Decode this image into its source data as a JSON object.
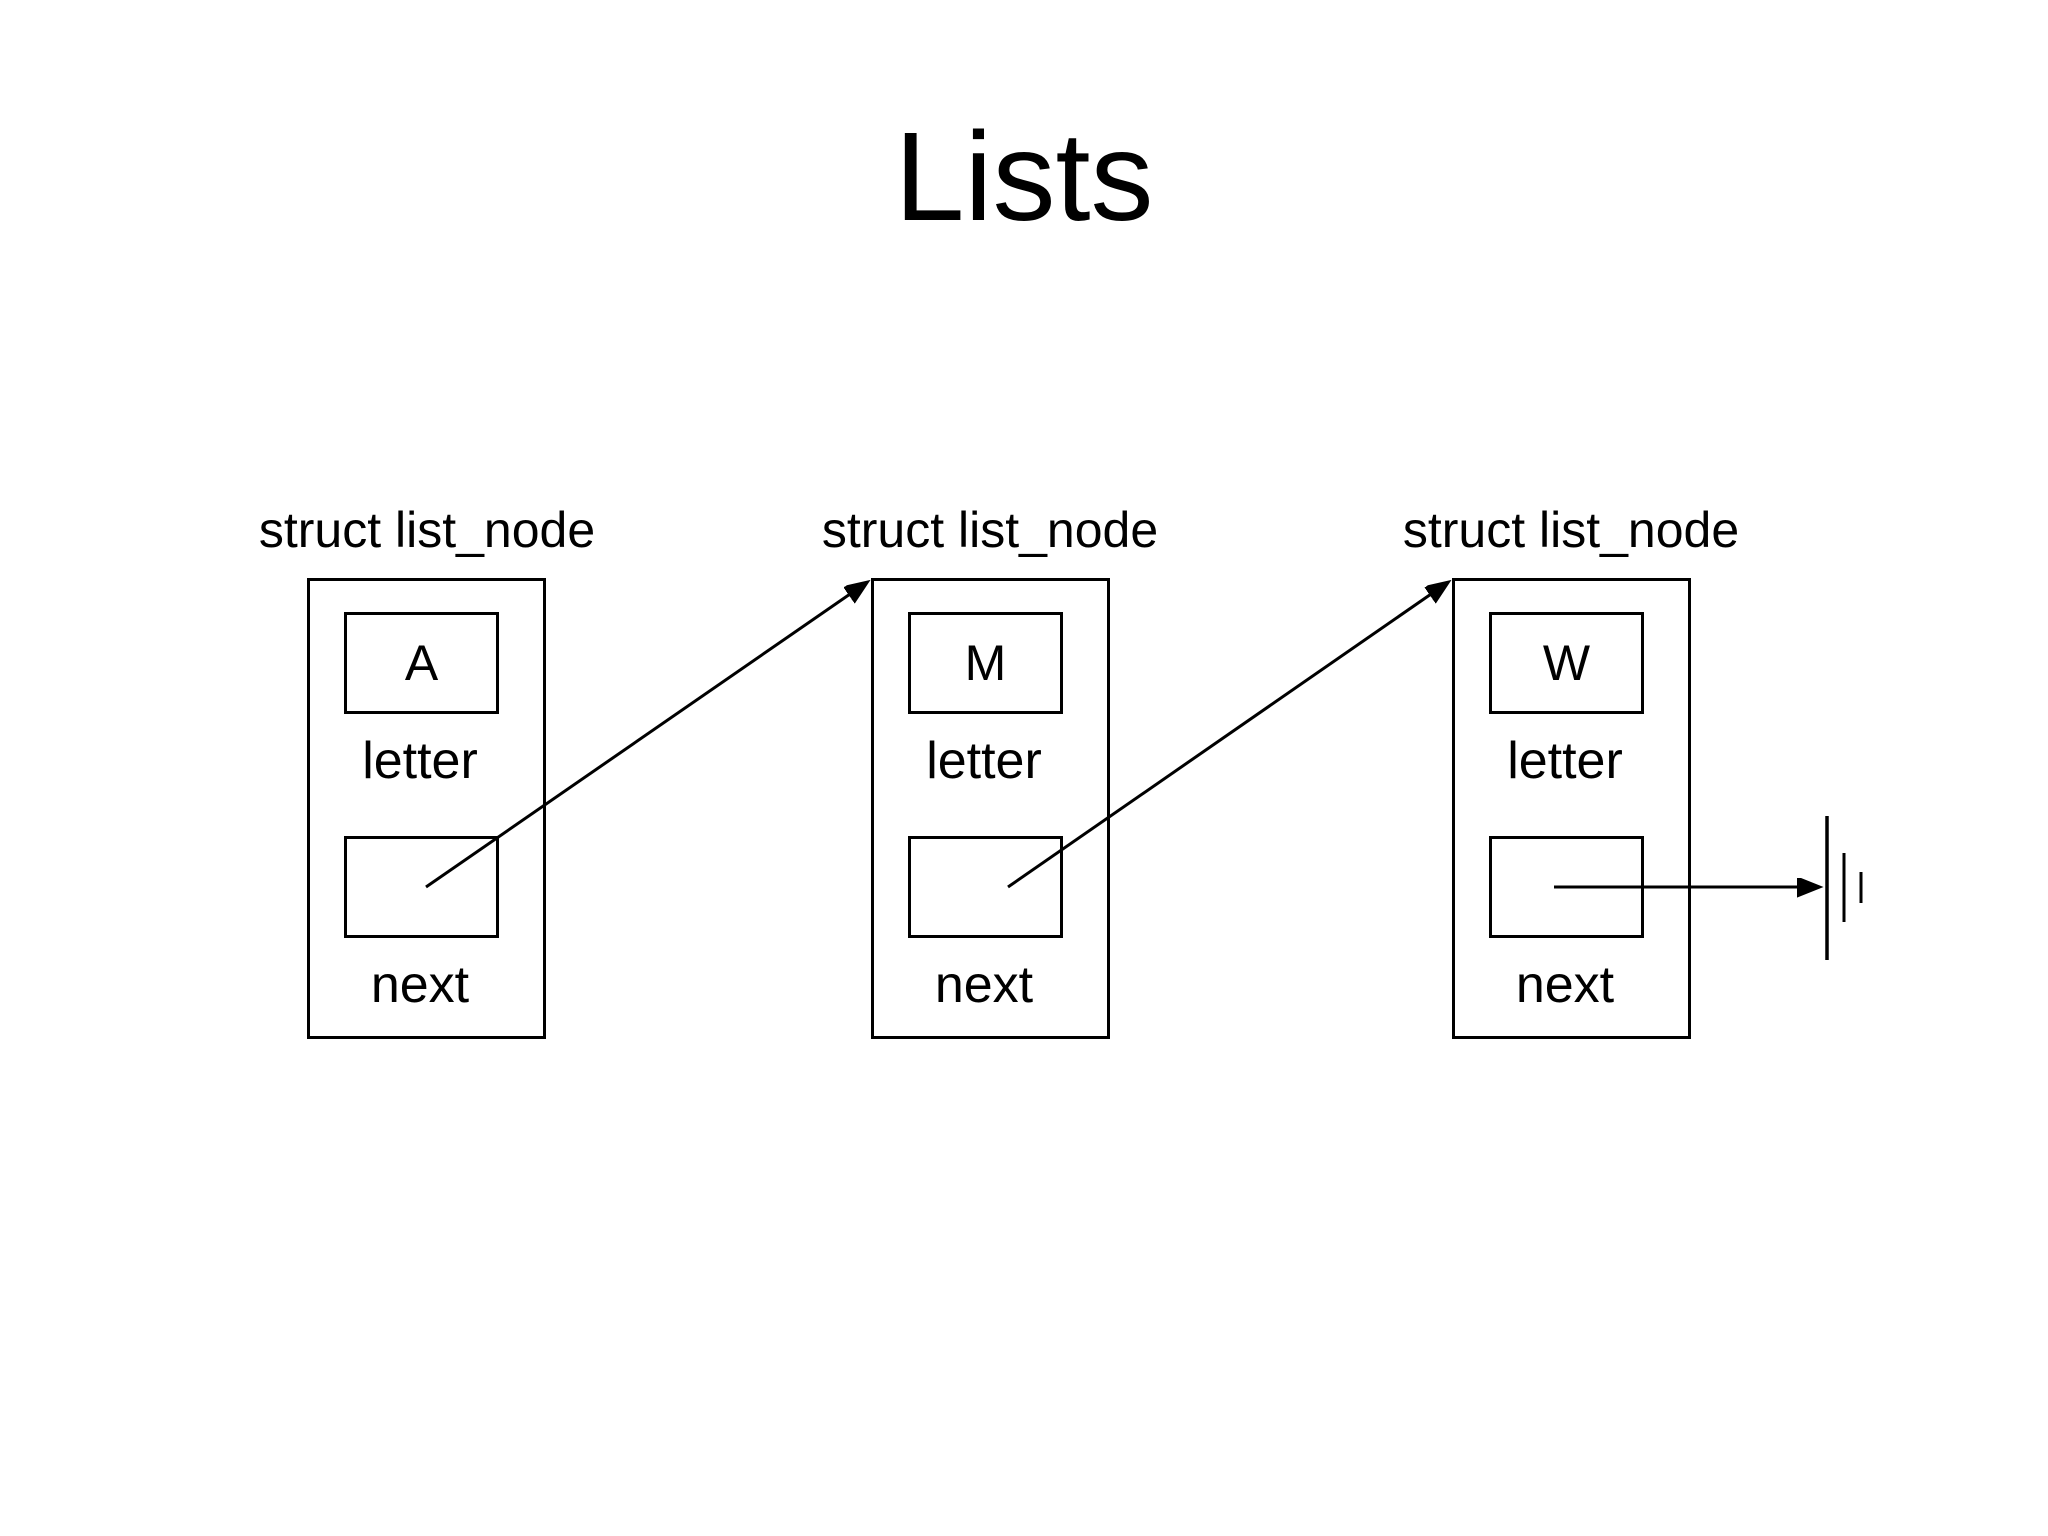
{
  "title": "Lists",
  "colors": {
    "foreground": "#000000",
    "background": "#ffffff"
  },
  "nodes": [
    {
      "struct_label": "struct list_node",
      "letter_value": "A",
      "letter_label": "letter",
      "next_label": "next"
    },
    {
      "struct_label": "struct list_node",
      "letter_value": "M",
      "letter_label": "letter",
      "next_label": "next"
    },
    {
      "struct_label": "struct list_node",
      "letter_value": "W",
      "letter_label": "letter",
      "next_label": "next"
    }
  ],
  "icons": {
    "pointer_arrow": "right-arrowhead",
    "null_terminator": "ground-null-symbol"
  }
}
